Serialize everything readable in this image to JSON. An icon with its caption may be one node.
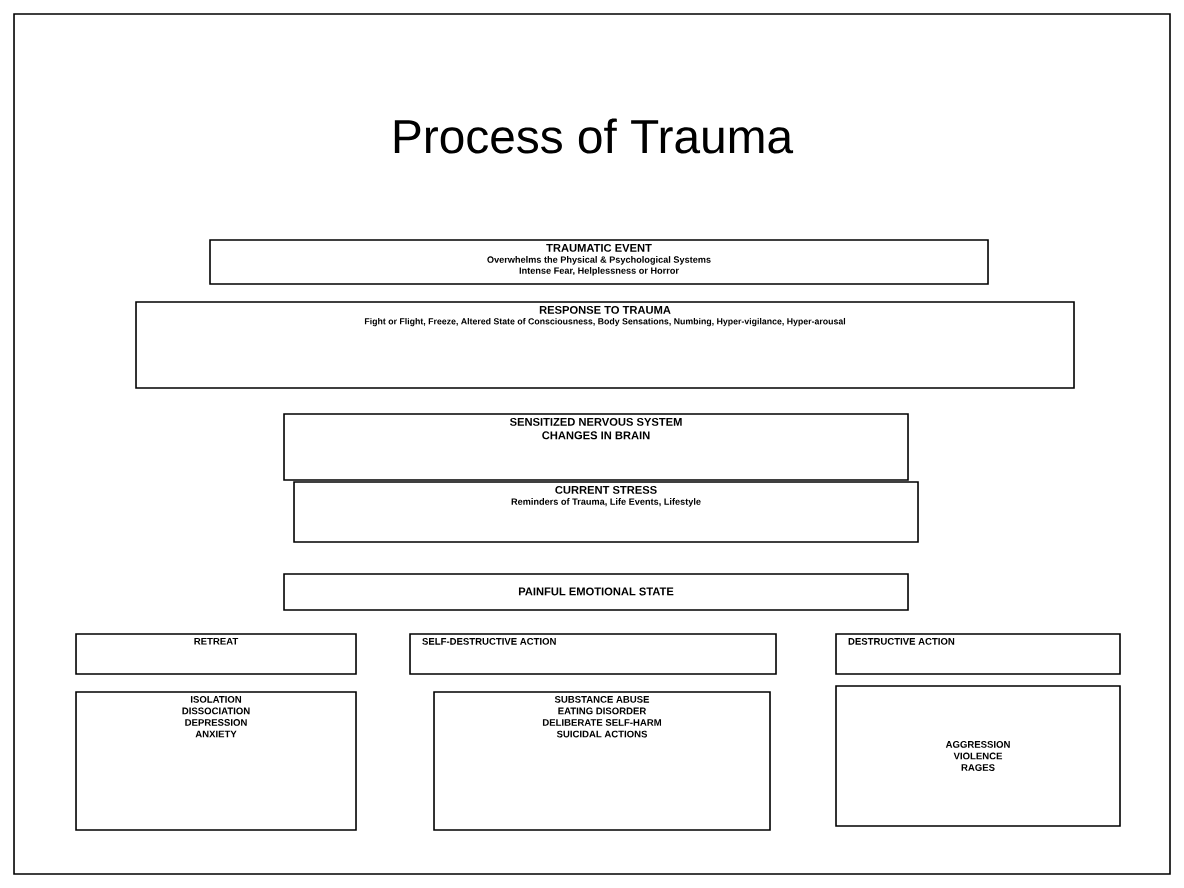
{
  "diagram": {
    "title": "Process of Trauma",
    "nodes": [
      {
        "text": [
          "TRAUMATIC EVENT",
          "Overwhelms the Physical &  Psychological Systems",
          "Intense Fear, Helplessness or Horror"
        ]
      },
      {
        "text": [
          "RESPONSE TO TRAUMA",
          "Fight or Flight, Freeze, Altered State of Consciousness, Body Sensations, Numbing, Hyper-vigilance, Hyper-arousal"
        ]
      },
      {
        "text": [
          "SENSITIZED NERVOUS SYSTEM",
          "CHANGES IN BRAIN"
        ]
      },
      {
        "text": [
          "CURRENT STRESS",
          "Reminders of Trauma, Life Events, Lifestyle"
        ]
      },
      {
        "text": [
          "PAINFUL EMOTIONAL STATE"
        ]
      },
      {
        "text": [
          "RETREAT"
        ]
      },
      {
        "text": [
          "SELF-DESTRUCTIVE ACTION"
        ]
      },
      {
        "text": [
          "DESTRUCTIVE ACTION"
        ]
      },
      {
        "text": [
          "ISOLATION",
          "DISSOCIATION",
          "DEPRESSION",
          "ANXIETY"
        ]
      },
      {
        "text": [
          "SUBSTANCE ABUSE",
          "EATING DISORDER",
          "DELIBERATE SELF-HARM",
          "SUICIDAL ACTIONS"
        ]
      },
      {
        "text": [
          "AGGRESSION",
          "VIOLENCE",
          "RAGES"
        ]
      }
    ]
  }
}
